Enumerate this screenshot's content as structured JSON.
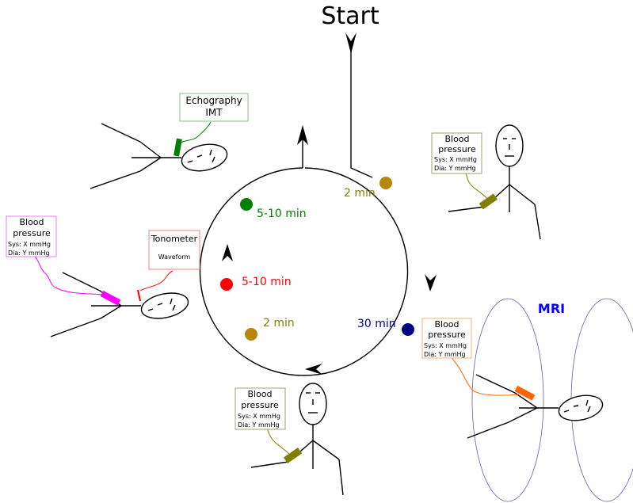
{
  "title": "Start",
  "mri_label": "MRI",
  "cycle_times": {
    "t_top_right": "2 min",
    "t_right": "30 min",
    "t_bottom_left": "2 min",
    "t_left_red": "5-10 min",
    "t_left_green": "5-10 min"
  },
  "dot_colors": {
    "olive": "#b8860b",
    "navy": "#000080",
    "red": "#ff0000",
    "green": "#008000"
  },
  "boxes": {
    "bp_top_right": {
      "title_l1": "Blood",
      "title_l2": "pressure",
      "sys": "Sys: X mmHg",
      "dia": "Dia: Y mmHg"
    },
    "bp_mri": {
      "title_l1": "Blood",
      "title_l2": "pressure",
      "sys": "Sys: X mmHg",
      "dia": "Dia: Y mmHg"
    },
    "bp_bottom": {
      "title_l1": "Blood",
      "title_l2": "pressure",
      "sys": "Sys: X mmHg",
      "dia": "Dia: Y mmHg"
    },
    "bp_left": {
      "title_l1": "Blood",
      "title_l2": "pressure",
      "sys": "Sys: X mmHg",
      "dia": "Dia: Y mmHg"
    },
    "tonometer": {
      "title": "Tonometer",
      "sub": "Waveform"
    },
    "echo": {
      "title_l1": "Echography",
      "title_l2": "IMT"
    }
  }
}
